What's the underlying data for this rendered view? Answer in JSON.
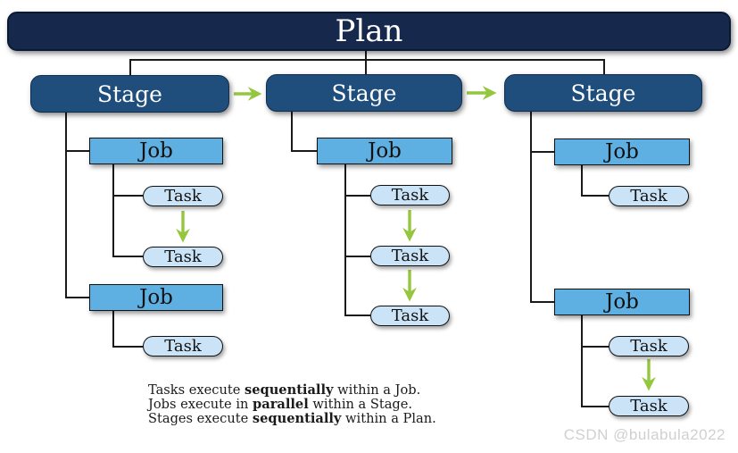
{
  "diagram": {
    "plan": {
      "label": "Plan"
    },
    "stages": [
      {
        "label": "Stage",
        "jobs": [
          {
            "label": "Job",
            "tasks": [
              {
                "label": "Task"
              },
              {
                "label": "Task"
              }
            ]
          },
          {
            "label": "Job",
            "tasks": [
              {
                "label": "Task"
              }
            ]
          }
        ]
      },
      {
        "label": "Stage",
        "jobs": [
          {
            "label": "Job",
            "tasks": [
              {
                "label": "Task"
              },
              {
                "label": "Task"
              },
              {
                "label": "Task"
              }
            ]
          }
        ]
      },
      {
        "label": "Stage",
        "jobs": [
          {
            "label": "Job",
            "tasks": [
              {
                "label": "Task"
              }
            ]
          },
          {
            "label": "Job",
            "tasks": [
              {
                "label": "Task"
              },
              {
                "label": "Task"
              }
            ]
          }
        ]
      }
    ]
  },
  "caption": {
    "lines": [
      {
        "t1": "Tasks execute ",
        "b": "sequentially",
        "t2": " within a Job."
      },
      {
        "t1": "Jobs execute in ",
        "b": "parallel",
        "t2": " within a Stage."
      },
      {
        "t1": "Stages execute ",
        "b": "sequentially",
        "t2": " within a Plan."
      }
    ]
  },
  "watermark": {
    "text": "CSDN @bulabula2022"
  },
  "colors": {
    "plan_navy": "#16294C",
    "stage_blue": "#1F4E7C",
    "job_blue": "#5FB0E2",
    "task_blue": "#CBE3F6",
    "arrow_green": "#94C63E",
    "connector_black": "#1A1A1A",
    "watermark_gray": "#D0D0D0"
  }
}
